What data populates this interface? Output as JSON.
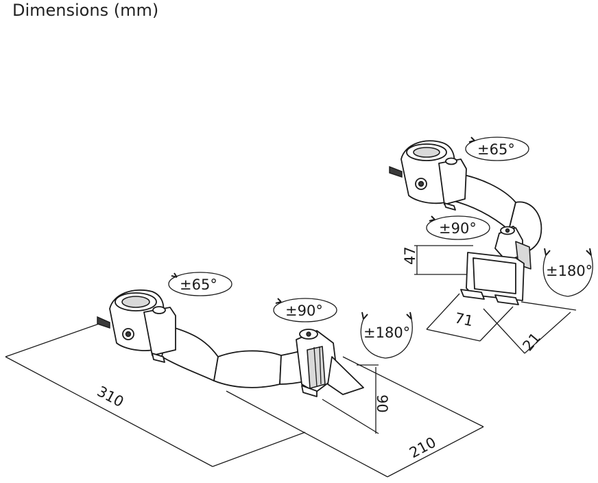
{
  "title": "Dimensions (mm)",
  "dimensions": {
    "length": "310",
    "depth": "210",
    "height": "90",
    "plate_height": "47",
    "plate_width": "71",
    "plate_depth": "21"
  },
  "rotations": {
    "large_clamp": "±65°",
    "large_joint": "±90°",
    "large_base": "±180°",
    "small_clamp": "±65°",
    "small_joint": "±90°",
    "small_base": "±180°"
  },
  "colors": {
    "line": "#1a1a1a",
    "fill_light": "#d9d9d9",
    "fill_dark": "#3a3a3a"
  }
}
